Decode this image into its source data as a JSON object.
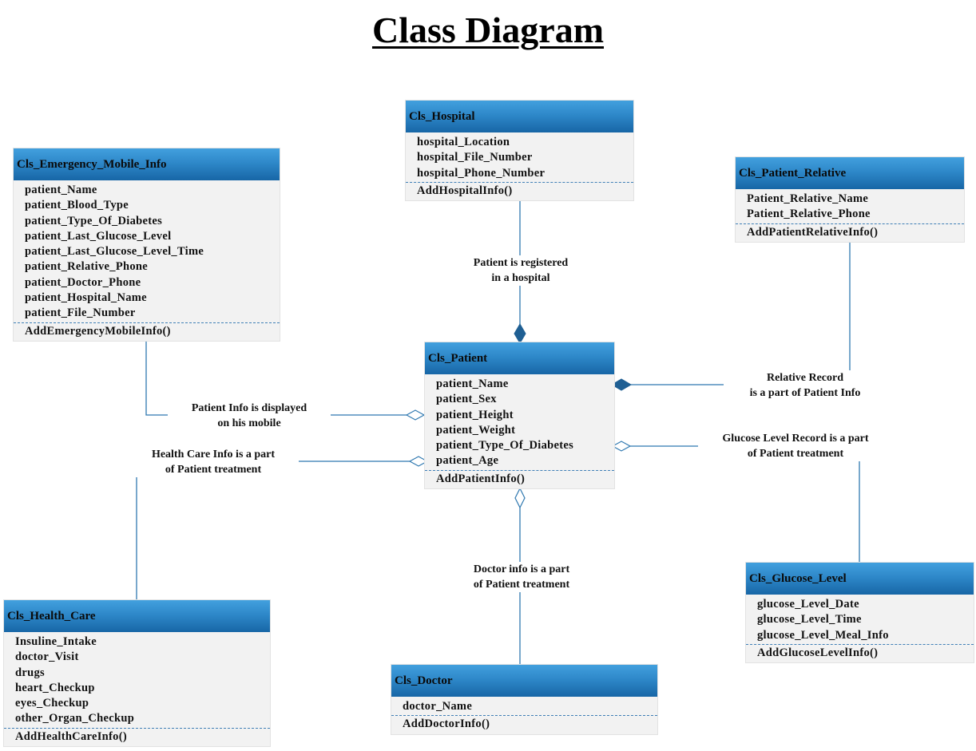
{
  "title": "Class Diagram",
  "colors": {
    "header": "#2e88c9",
    "line": "#2f78b0",
    "body": "#f2f2f2"
  },
  "classes": {
    "hospital": {
      "name": "Cls_Hospital",
      "attributes": [
        "hospital_Location",
        "hospital_File_Number",
        "hospital_Phone_Number"
      ],
      "operations": [
        "AddHospitalInfo()"
      ]
    },
    "emergency": {
      "name": "Cls_Emergency_Mobile_Info",
      "attributes": [
        "patient_Name",
        "patient_Blood_Type",
        "patient_Type_Of_Diabetes",
        "patient_Last_Glucose_Level",
        "patient_Last_Glucose_Level_Time",
        "patient_Relative_Phone",
        "patient_Doctor_Phone",
        "patient_Hospital_Name",
        "patient_File_Number"
      ],
      "operations": [
        "AddEmergencyMobileInfo()"
      ]
    },
    "relative": {
      "name": "Cls_Patient_Relative",
      "attributes": [
        "Patient_Relative_Name",
        "Patient_Relative_Phone"
      ],
      "operations": [
        "AddPatientRelativeInfo()"
      ]
    },
    "patient": {
      "name": "Cls_Patient",
      "attributes": [
        "patient_Name",
        "patient_Sex",
        "patient_Height",
        "patient_Weight",
        "patient_Type_Of_Diabetes",
        "patient_Age"
      ],
      "operations": [
        "AddPatientInfo()"
      ]
    },
    "healthcare": {
      "name": "Cls_Health_Care",
      "attributes": [
        "Insuline_Intake",
        "doctor_Visit",
        "drugs",
        "heart_Checkup",
        "eyes_Checkup",
        "other_Organ_Checkup"
      ],
      "operations": [
        "AddHealthCareInfo()"
      ]
    },
    "doctor": {
      "name": "Cls_Doctor",
      "attributes": [
        "doctor_Name"
      ],
      "operations": [
        "AddDoctorInfo()"
      ]
    },
    "glucose": {
      "name": "Cls_Glucose_Level",
      "attributes": [
        "glucose_Level_Date",
        "glucose_Level_Time",
        "glucose_Level_Meal_Info"
      ],
      "operations": [
        "AddGlucoseLevelInfo()"
      ]
    }
  },
  "relations": {
    "hospital": {
      "line1": "Patient is registered",
      "line2": "in a hospital",
      "kind": "composition"
    },
    "relative": {
      "line1": "Relative Record",
      "line2": "is a part of Patient Info",
      "kind": "composition"
    },
    "emergency": {
      "line1": "Patient Info is displayed",
      "line2": "on his mobile",
      "kind": "aggregation"
    },
    "healthcare": {
      "line1": "Health Care Info is a part",
      "line2": "of Patient treatment",
      "kind": "aggregation"
    },
    "glucose": {
      "line1": "Glucose Level Record is a part",
      "line2": "of Patient treatment",
      "kind": "aggregation"
    },
    "doctor": {
      "line1": "Doctor info is a part",
      "line2": "of Patient treatment",
      "kind": "aggregation"
    }
  }
}
